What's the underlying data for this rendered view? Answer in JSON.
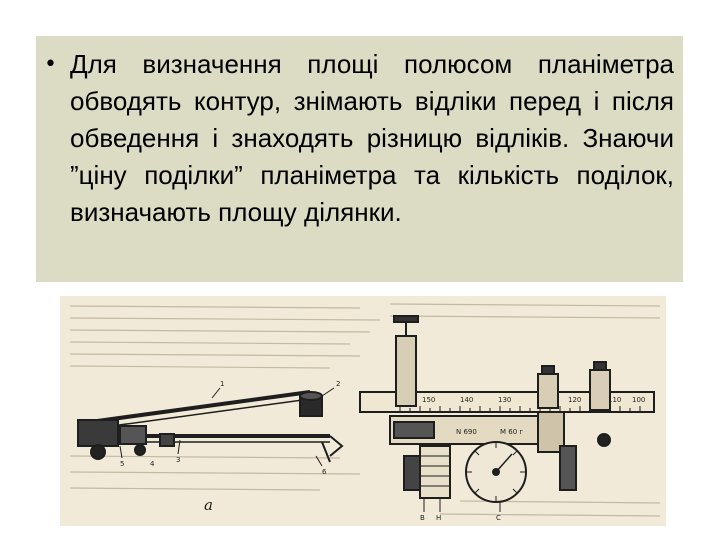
{
  "slide": {
    "bullet_text": "Для визначення площі полюсом планіметра обводять контур, знімають відліки перед і після обведення і знаходять різницю відліків. Знаючи ”ціну поділки” планіметра та кількість поділок, визначають площу ділянки."
  },
  "figure": {
    "panel_label": "а",
    "part_labels": [
      "1",
      "2",
      "3",
      "4",
      "5",
      "6",
      "В",
      "Н",
      "С"
    ],
    "scale_numbers": [
      "150",
      "140",
      "130",
      "120",
      "110",
      "100"
    ],
    "counter_marks": [
      "N 690",
      "M 60 г"
    ],
    "colors": {
      "background": "#f1ead8",
      "ink": "#1e1e1e",
      "textbox": "#dcdcc4"
    }
  }
}
